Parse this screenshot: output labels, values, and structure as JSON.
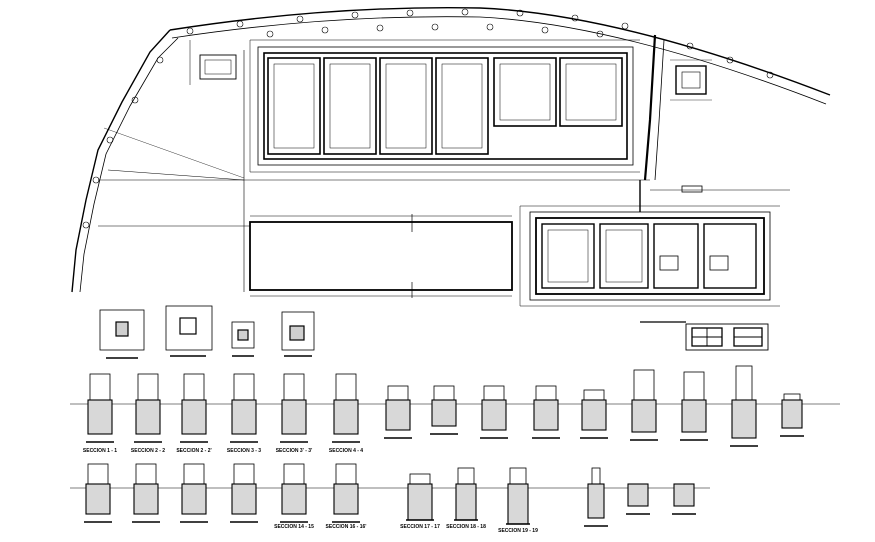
{
  "drawing": {
    "ink_color": "#000000",
    "background_color": "#ffffff",
    "upper_sections": [
      {
        "label": "SECCION 1 - 1"
      },
      {
        "label": "SECCION 2 - 2"
      },
      {
        "label": "SECCION 2 - 2'"
      },
      {
        "label": "SECCION 3 - 3"
      },
      {
        "label": "SECCION 3' - 3'"
      },
      {
        "label": "SECCION 4 - 4"
      },
      {
        "label": ""
      },
      {
        "label": ""
      },
      {
        "label": ""
      },
      {
        "label": ""
      },
      {
        "label": ""
      },
      {
        "label": ""
      },
      {
        "label": ""
      },
      {
        "label": ""
      },
      {
        "label": ""
      }
    ],
    "lower_sections": [
      {
        "label": ""
      },
      {
        "label": ""
      },
      {
        "label": ""
      },
      {
        "label": ""
      },
      {
        "label": "SECCION 14 - 15"
      },
      {
        "label": "SECCION 16 - 16'"
      },
      {
        "label": "SECCION 17 - 17"
      },
      {
        "label": "SECCION 18 - 18"
      },
      {
        "label": "SECCION 19 - 19"
      },
      {
        "label": ""
      },
      {
        "label": ""
      },
      {
        "label": ""
      }
    ],
    "footing_details": [
      {
        "label": ""
      },
      {
        "label": ""
      },
      {
        "label": ""
      },
      {
        "label": ""
      }
    ]
  }
}
